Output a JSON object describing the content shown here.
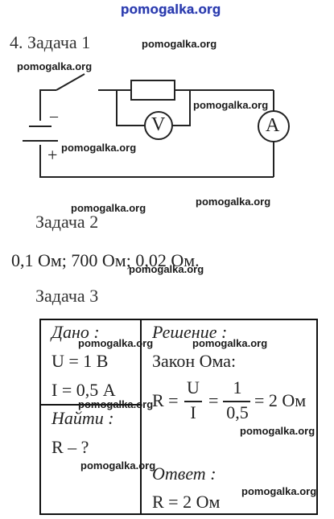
{
  "watermark": {
    "top": "pomogalka.org",
    "repeat": "pomogalka.org"
  },
  "section_title": "4. Задача 1",
  "circuit": {
    "voltmeter_label": "V",
    "ammeter_label": "A",
    "minus_label": "–",
    "plus_label": "+"
  },
  "task2": {
    "title": "Задача 2",
    "answer": "0,1 Ом; 700 Ом; 0,02 Ом."
  },
  "task3": {
    "title": "Задача 3",
    "given_header": "Дано :",
    "given_u": "U = 1 В",
    "given_i": "I = 0,5 А",
    "find_header": "Найти :",
    "find_r": "R – ?",
    "solution_header": "Решение :",
    "law": "Закон Ома:",
    "formula": {
      "lhs": "R =",
      "frac1_num": "U",
      "frac1_den": "I",
      "eq": "=",
      "frac2_num": "1",
      "frac2_den": "0,5",
      "result": "= 2 Ом"
    },
    "answer_header": "Ответ :",
    "answer": "R = 2 Ом"
  }
}
